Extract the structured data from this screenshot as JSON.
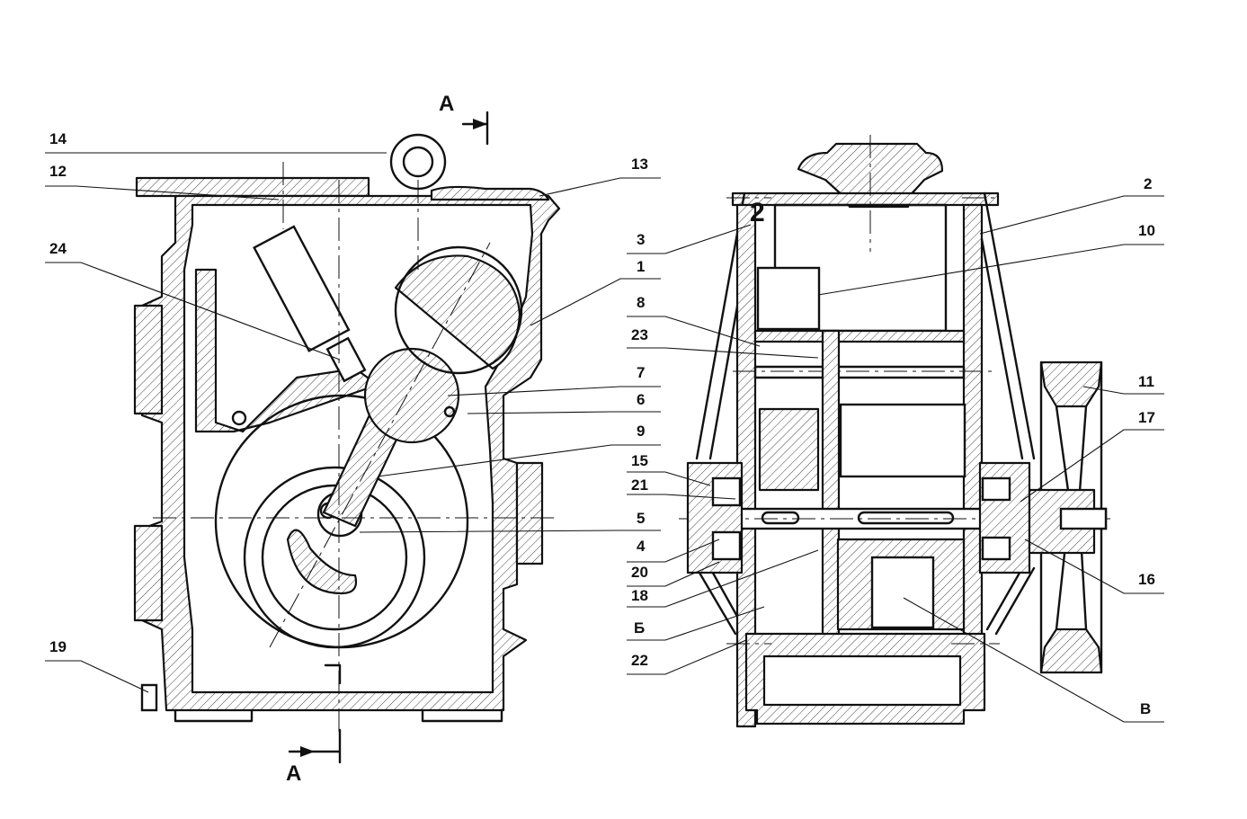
{
  "section_marks": {
    "top": "A",
    "bottom": "A"
  },
  "view_mark": "2",
  "left_callouts": {
    "c14": "14",
    "c12": "12",
    "c24": "24",
    "c19": "19",
    "c13": "13",
    "c1": "1",
    "c8": "8",
    "c7": "7",
    "c6": "6",
    "c9": "9",
    "c5": "5",
    "c4": "4"
  },
  "right_callouts": {
    "c3": "3",
    "c23": "23",
    "c15": "15",
    "c21": "21",
    "c20": "20",
    "c18": "18",
    "cB1": "Б",
    "c22": "22",
    "c2": "2",
    "c10": "10",
    "c11": "11",
    "c17": "17",
    "c16": "16",
    "cB2": "В"
  }
}
